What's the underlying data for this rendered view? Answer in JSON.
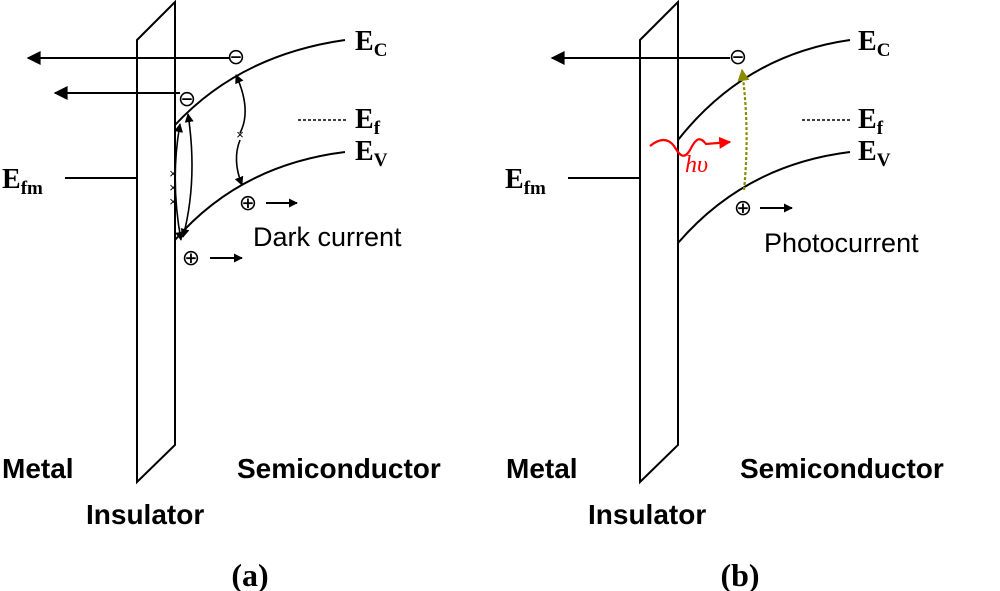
{
  "panel_a": {
    "label": "(a)",
    "energy_labels": {
      "ec": "E",
      "ec_sub": "C",
      "ef": "E",
      "ef_sub": "f",
      "ev": "E",
      "ev_sub": "V",
      "efm": "E",
      "efm_sub": "fm"
    },
    "region_labels": {
      "metal": "Metal",
      "insulator": "Insulator",
      "semiconductor": "Semiconductor"
    },
    "electron_symbol": "⊖",
    "hole_symbol": "⊕",
    "trap_symbol": "×",
    "current_label": "Dark current"
  },
  "panel_b": {
    "label": "(b)",
    "energy_labels": {
      "ec": "E",
      "ec_sub": "C",
      "ef": "E",
      "ef_sub": "f",
      "ev": "E",
      "ev_sub": "V",
      "efm": "E",
      "efm_sub": "fm"
    },
    "region_labels": {
      "metal": "Metal",
      "insulator": "Insulator",
      "semiconductor": "Semiconductor"
    },
    "electron_symbol": "⊖",
    "hole_symbol": "⊕",
    "photon_label": "hυ",
    "current_label": "Photocurrent"
  },
  "colors": {
    "line": "#000000",
    "photon": "#ff0000",
    "transition": "#8b8b00"
  }
}
